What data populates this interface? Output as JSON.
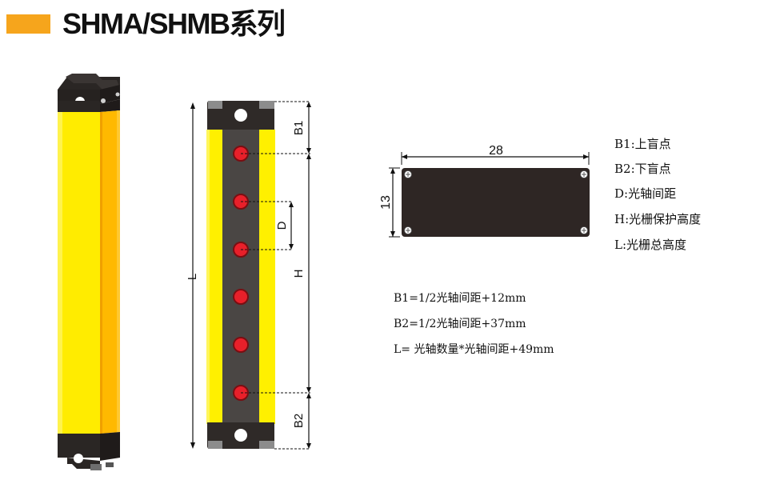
{
  "header": {
    "title": "SHMA/SHMB系列",
    "accent_color": "#f6a51c"
  },
  "front_view": {
    "labels": {
      "L": "L",
      "H": "H",
      "D": "D",
      "B1": "B1",
      "B2": "B2"
    },
    "beam_count": 6,
    "colors": {
      "housing_yellow": "#fff000",
      "strip_dark": "#4a4644",
      "cap_dark": "#2f2a28",
      "cap_corner": "#8a8a8a",
      "beam_red": "#e8202a"
    }
  },
  "cross_section": {
    "width_label": "28",
    "height_label": "13",
    "fill": "#2e2624"
  },
  "legend": [
    {
      "key": "B1",
      "text": "B1:上盲点"
    },
    {
      "key": "B2",
      "text": "B2:下盲点"
    },
    {
      "key": "D",
      "text": "D:光轴间距"
    },
    {
      "key": "H",
      "text": "H:光栅保护高度"
    },
    {
      "key": "L",
      "text": "L:光栅总高度"
    }
  ],
  "formulas": [
    "B1=1/2光轴间距+12mm",
    "B2=1/2光轴间距+37mm",
    "L= 光轴数量*光轴间距+49mm"
  ]
}
